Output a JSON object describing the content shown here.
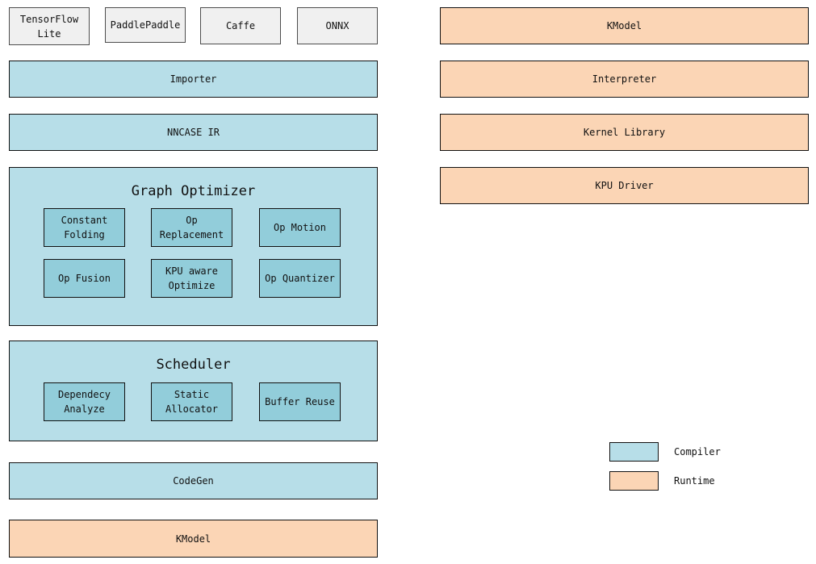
{
  "colors": {
    "compiler_fill": "#b7dee8",
    "compiler_inner_fill": "#92cdda",
    "runtime_fill": "#fbd5b5",
    "framework_fill": "#f0f0f0",
    "border": "#111111"
  },
  "frameworks": [
    {
      "label": "TensorFlow Lite"
    },
    {
      "label": "PaddlePaddle"
    },
    {
      "label": "Caffe"
    },
    {
      "label": "ONNX"
    }
  ],
  "compiler_stack": {
    "importer": "Importer",
    "nncase_ir": "NNCASE IR",
    "graph_optimizer": {
      "title": "Graph Optimizer",
      "items": [
        "Constant Folding",
        "Op Replacement",
        "Op Motion",
        "Op Fusion",
        "KPU aware Optimize",
        "Op Quantizer"
      ]
    },
    "scheduler": {
      "title": "Scheduler",
      "items": [
        "Dependecy Analyze",
        "Static Allocator",
        "Buffer Reuse"
      ]
    },
    "codegen": "CodeGen",
    "kmodel": "KModel"
  },
  "runtime_stack": [
    "KModel",
    "Interpreter",
    "Kernel Library",
    "KPU Driver"
  ],
  "legend": [
    {
      "label": "Compiler",
      "color": "#b7dee8"
    },
    {
      "label": "Runtime",
      "color": "#fbd5b5"
    }
  ]
}
